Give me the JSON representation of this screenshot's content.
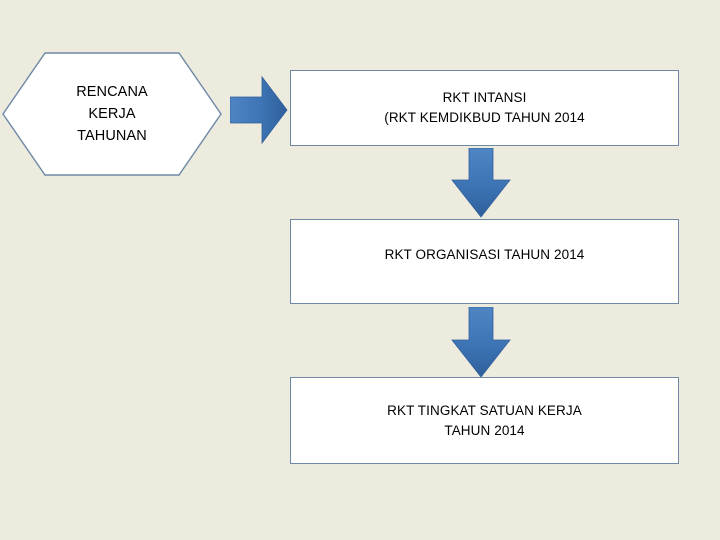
{
  "slide": {
    "background_color": "#edeade",
    "accent_color": "#4a7ebb",
    "accent_color_dark": "#2e5c93",
    "box_border_color": "#6e89a6",
    "text_color": "#000000"
  },
  "start_shape": {
    "name": "rencana-kerja-tahunan",
    "lines": [
      "RENCANA",
      "KERJA",
      "TAHUNAN"
    ]
  },
  "arrows": [
    {
      "name": "arrow-right-1",
      "direction": "right"
    },
    {
      "name": "arrow-down-1",
      "direction": "down"
    },
    {
      "name": "arrow-down-2",
      "direction": "down"
    }
  ],
  "boxes": [
    {
      "name": "rkt-instansi",
      "lines": [
        "RKT INTANSI",
        "(RKT KEMDIKBUD TAHUN 2014"
      ]
    },
    {
      "name": "rkt-organisasi",
      "lines": [
        "RKT ORGANISASI TAHUN 2014"
      ]
    },
    {
      "name": "rkt-tingkat-satuan-kerja",
      "lines": [
        "RKT TINGKAT SATUAN KERJA",
        "TAHUN 2014"
      ]
    }
  ]
}
